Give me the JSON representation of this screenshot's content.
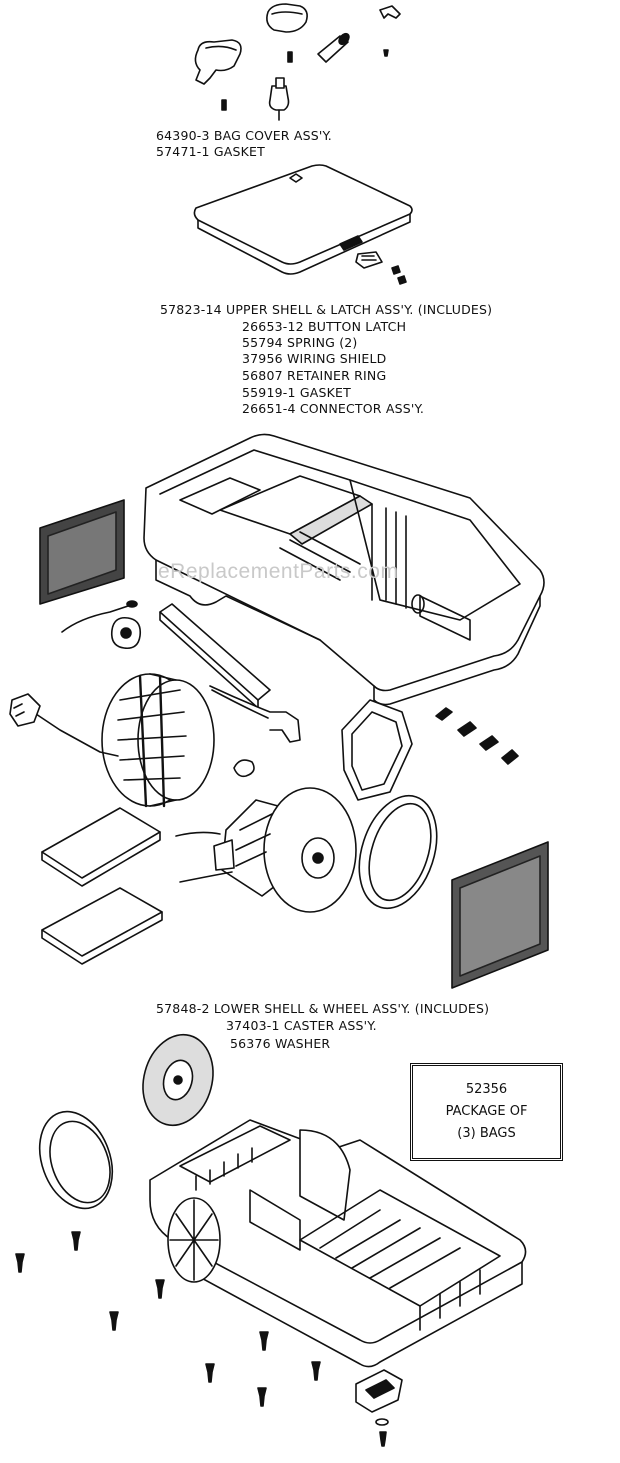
{
  "watermark": "eReplacementParts.com",
  "labels": {
    "bag_cover": {
      "part": "64390-3",
      "desc": "BAG COVER ASS'Y."
    },
    "gasket_1": {
      "part": "57471-1",
      "desc": "GASKET"
    },
    "upper_shell": {
      "part": "57823-14",
      "desc": "UPPER SHELL & LATCH ASS'Y. (INCLUDES)"
    },
    "upper_includes": [
      {
        "part": "26653-12",
        "desc": "BUTTON LATCH"
      },
      {
        "part": "55794",
        "desc": "SPRING (2)"
      },
      {
        "part": "37956",
        "desc": "WIRING SHIELD"
      },
      {
        "part": "56807",
        "desc": "RETAINER RING"
      },
      {
        "part": "55919-1",
        "desc": "GASKET"
      },
      {
        "part": "26651-4",
        "desc": "CONNECTOR ASS'Y."
      }
    ],
    "lower_shell": {
      "part": "57848-2",
      "desc": "LOWER SHELL & WHEEL ASS'Y. (INCLUDES)"
    },
    "lower_includes": [
      {
        "part": "37403-1",
        "desc": "CASTER ASS'Y."
      },
      {
        "part": "56376",
        "desc": "WASHER"
      }
    ]
  },
  "package_box": {
    "part": "52356",
    "line1": "PACKAGE OF",
    "line2": "(3) BAGS"
  }
}
